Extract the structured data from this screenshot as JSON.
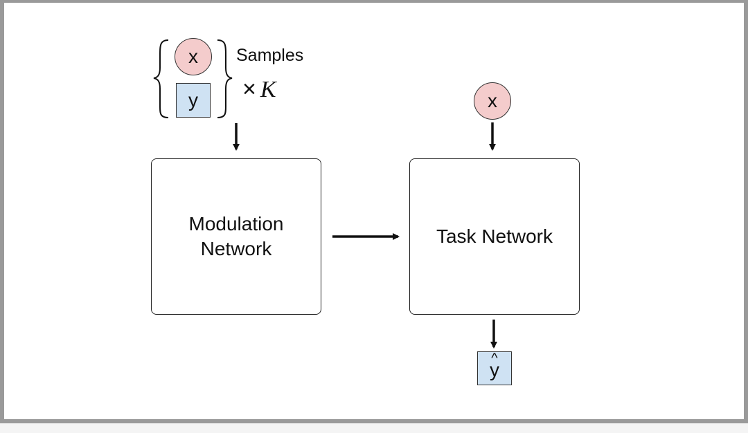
{
  "samples": {
    "x_label": "x",
    "y_label": "y",
    "samples_text": "Samples",
    "times_symbol": "×",
    "k_label": "K"
  },
  "modulation_network": {
    "line1": "Modulation",
    "line2": "Network"
  },
  "task_network": {
    "label": "Task Network",
    "input_label": "x",
    "output_label": "y",
    "output_hat": "^"
  },
  "colors": {
    "x_fill": "#f4cccc",
    "y_fill": "#cfe2f3",
    "stroke": "#111111"
  }
}
